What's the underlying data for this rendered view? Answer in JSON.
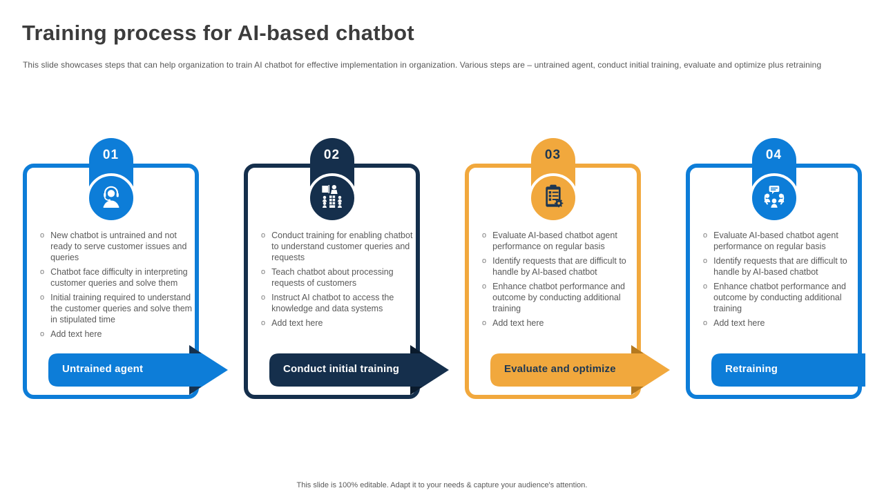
{
  "slide": {
    "title": "Training process for AI-based chatbot",
    "subtitle": "This slide showcases steps that can help organization to train AI chatbot for effective implementation in organization. Various steps are – untrained agent, conduct initial training, evaluate and optimize plus retraining",
    "footer": "This slide is 100% editable. Adapt it to your needs & capture your audience's attention."
  },
  "ui": {
    "bullet_marker": "o"
  },
  "colors": {
    "blue": "#0d7dd8",
    "navy": "#152f4c",
    "orange": "#f1a83d",
    "body_text": "#595959",
    "title_text": "#3c3c3c"
  },
  "steps": [
    {
      "number": "01",
      "icon": "support-agent-icon",
      "label": "Untrained agent",
      "bullets": [
        "New chatbot is untrained and not ready to serve  customer issues and queries",
        "Chatbot face difficulty in interpreting customer queries and solve them",
        "Initial training required to understand the customer queries and solve them in stipulated time",
        "Add text here"
      ]
    },
    {
      "number": "02",
      "icon": "training-session-icon",
      "label": "Conduct initial training",
      "bullets": [
        "Conduct training for enabling chatbot to understand customer queries and requests",
        "Teach chatbot about processing requests of customers",
        "Instruct AI chatbot to access the knowledge and data systems",
        "Add text here"
      ]
    },
    {
      "number": "03",
      "icon": "clipboard-gear-icon",
      "label": "Evaluate and optimize",
      "bullets": [
        "Evaluate AI-based chatbot agent performance  on regular basis",
        "Identify requests that are difficult to handle by AI-based chatbot",
        "Enhance chatbot performance  and outcome by conducting additional training",
        "Add text here"
      ]
    },
    {
      "number": "04",
      "icon": "group-discussion-icon",
      "label": "Retraining",
      "bullets": [
        "Evaluate AI-based chatbot agent performance  on regular basis",
        "Identify requests that are difficult to handle by AI-based chatbot",
        "Enhance chatbot performance  and outcome by conducting additional training",
        "Add text here"
      ]
    }
  ]
}
